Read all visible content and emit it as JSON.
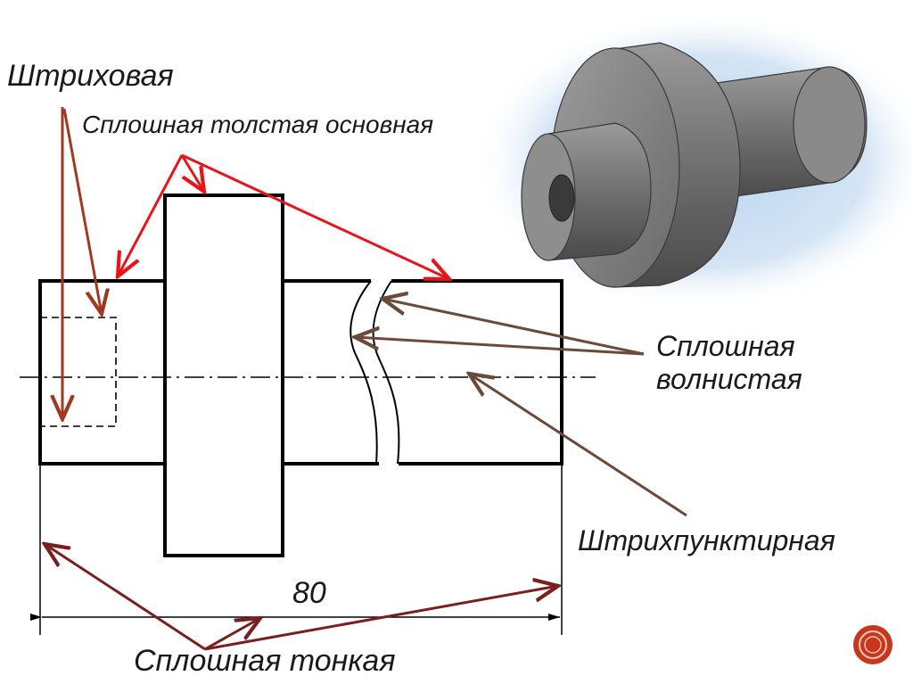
{
  "labels": {
    "dashed": "Штриховая",
    "solid_thick": "Сплошная толстая основная",
    "solid_wavy": "Сплошная волнистая",
    "dash_dot": "Штрихпунктирная",
    "solid_thin": "Сплошная тонкая"
  },
  "dimension": {
    "value": "80"
  },
  "colors": {
    "line_main": "#000000",
    "arrow_dashed": "#a0391f",
    "arrow_thick": "#e8141a",
    "arrow_leader": "#6b4a3a",
    "arrow_thin": "#7a1f1f",
    "part_gray": "#7a7a7a",
    "halo_blue": "#b9d4ef",
    "nav_button": "#c8361c"
  },
  "icons": {
    "nav": "next-slide-icon"
  }
}
